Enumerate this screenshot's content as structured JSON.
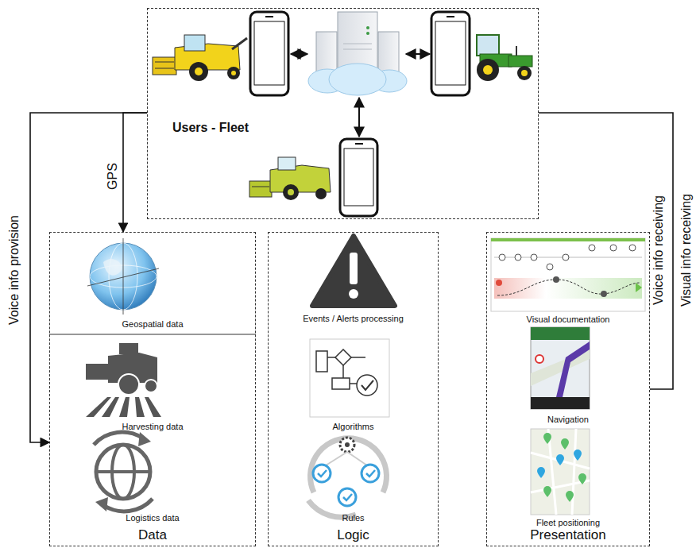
{
  "diagram": {
    "nodes": [
      {
        "text": [
          "Users - Fleet"
        ]
      },
      {
        "text": [
          "Data"
        ]
      },
      {
        "text": [
          "Geospatial data"
        ],
        "in": 1
      },
      {
        "text": [
          "Harvesting data"
        ],
        "in": 1
      },
      {
        "text": [
          "Logistics data"
        ],
        "in": 1
      },
      {
        "text": [
          "Logic"
        ]
      },
      {
        "text": [
          "Events / Alerts processing"
        ],
        "in": 5
      },
      {
        "text": [
          "Algorithms"
        ],
        "in": 5
      },
      {
        "text": [
          "Rules"
        ],
        "in": 5
      },
      {
        "text": [
          "Presentation"
        ]
      },
      {
        "text": [
          "Visual documentation"
        ],
        "in": 9
      },
      {
        "text": [
          "Navigation"
        ],
        "in": 9
      },
      {
        "text": [
          "Fleet positioning"
        ],
        "in": 9
      }
    ],
    "edges": [
      {
        "from": 0,
        "to": 2,
        "arrow": "to",
        "label": "GPS"
      },
      {
        "from": 0,
        "to": 1,
        "arrow": "to",
        "label": "Voice info provision"
      },
      {
        "from": 9,
        "to": 0,
        "arrow": "none",
        "label": "Voice info receiving"
      }
    ],
    "labels": [
      "Visual info receiving"
    ]
  }
}
